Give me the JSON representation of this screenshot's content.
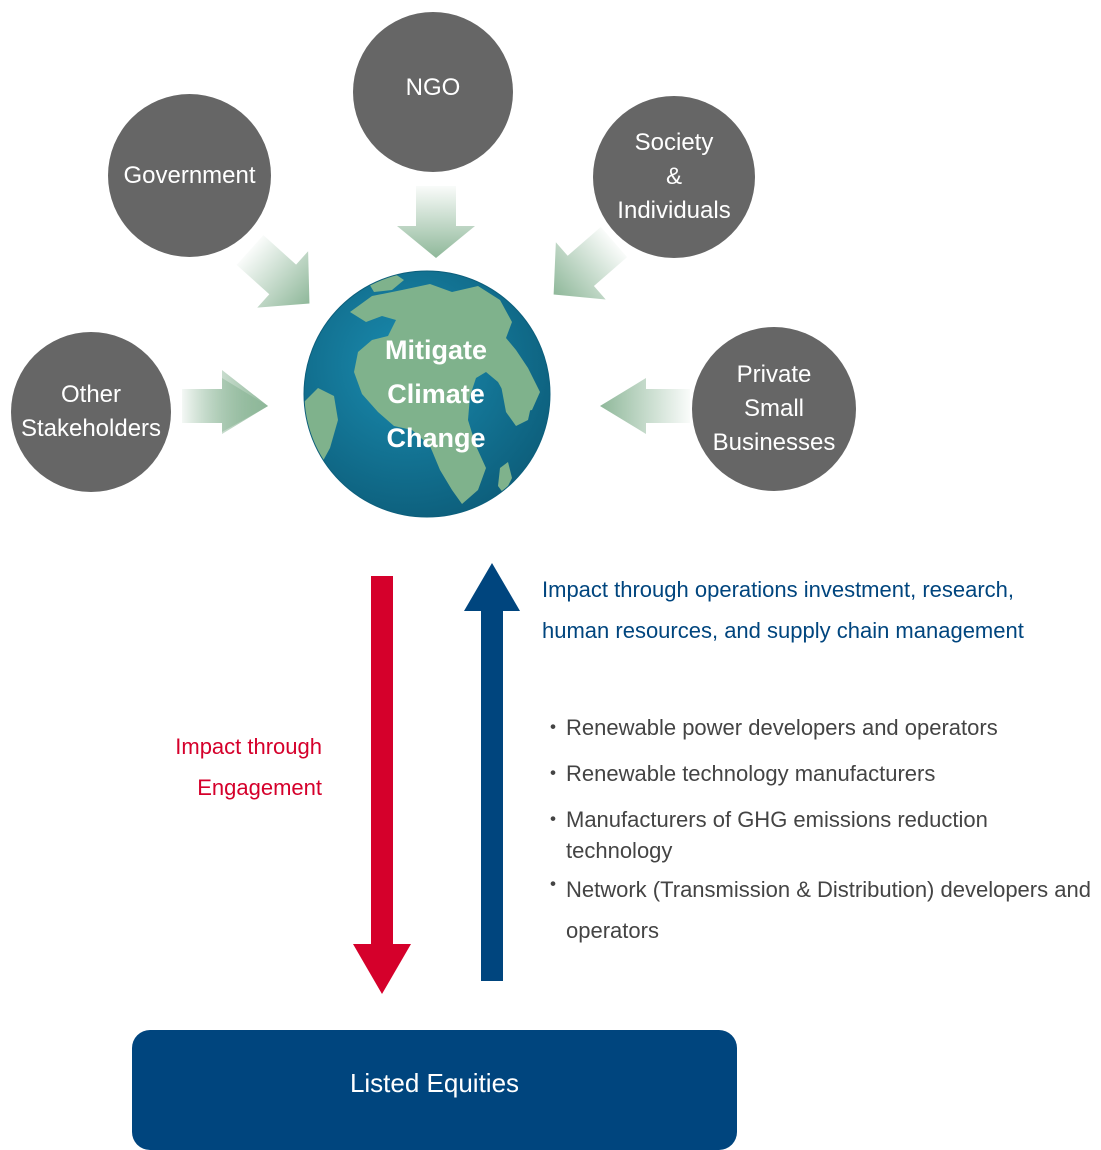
{
  "colors": {
    "node_fill": "#666666",
    "green_arrow": "#8fb89a",
    "red": "#d5002b",
    "navy": "#00457e",
    "globe_ocean": "#127c9c",
    "globe_land": "#7fb28c",
    "bullet_text": "#444444"
  },
  "center": {
    "line1": "Mitigate",
    "line2": "Climate",
    "line3": "Change"
  },
  "stakeholders": {
    "government": "Government",
    "ngo": "NGO",
    "society": {
      "line1": "Society",
      "line2": "&",
      "line3": "Individuals"
    },
    "other": {
      "line1": "Other",
      "line2": "Stakeholders"
    },
    "private": {
      "line1": "Private",
      "line2": "Small",
      "line3": "Businesses"
    }
  },
  "engagement": {
    "line1": "Impact through",
    "line2": "Engagement"
  },
  "operations": {
    "text": "Impact through operations investment, research, human resources, and supply chain management"
  },
  "bullets": [
    "Renewable power developers and operators",
    "Renewable technology manufacturers",
    "Manufacturers of GHG emissions reduction technology",
    "Network (Transmission & Distribution) developers and operators"
  ],
  "bullet_marker": "・",
  "bottom_box": {
    "label": "Listed Equities"
  }
}
